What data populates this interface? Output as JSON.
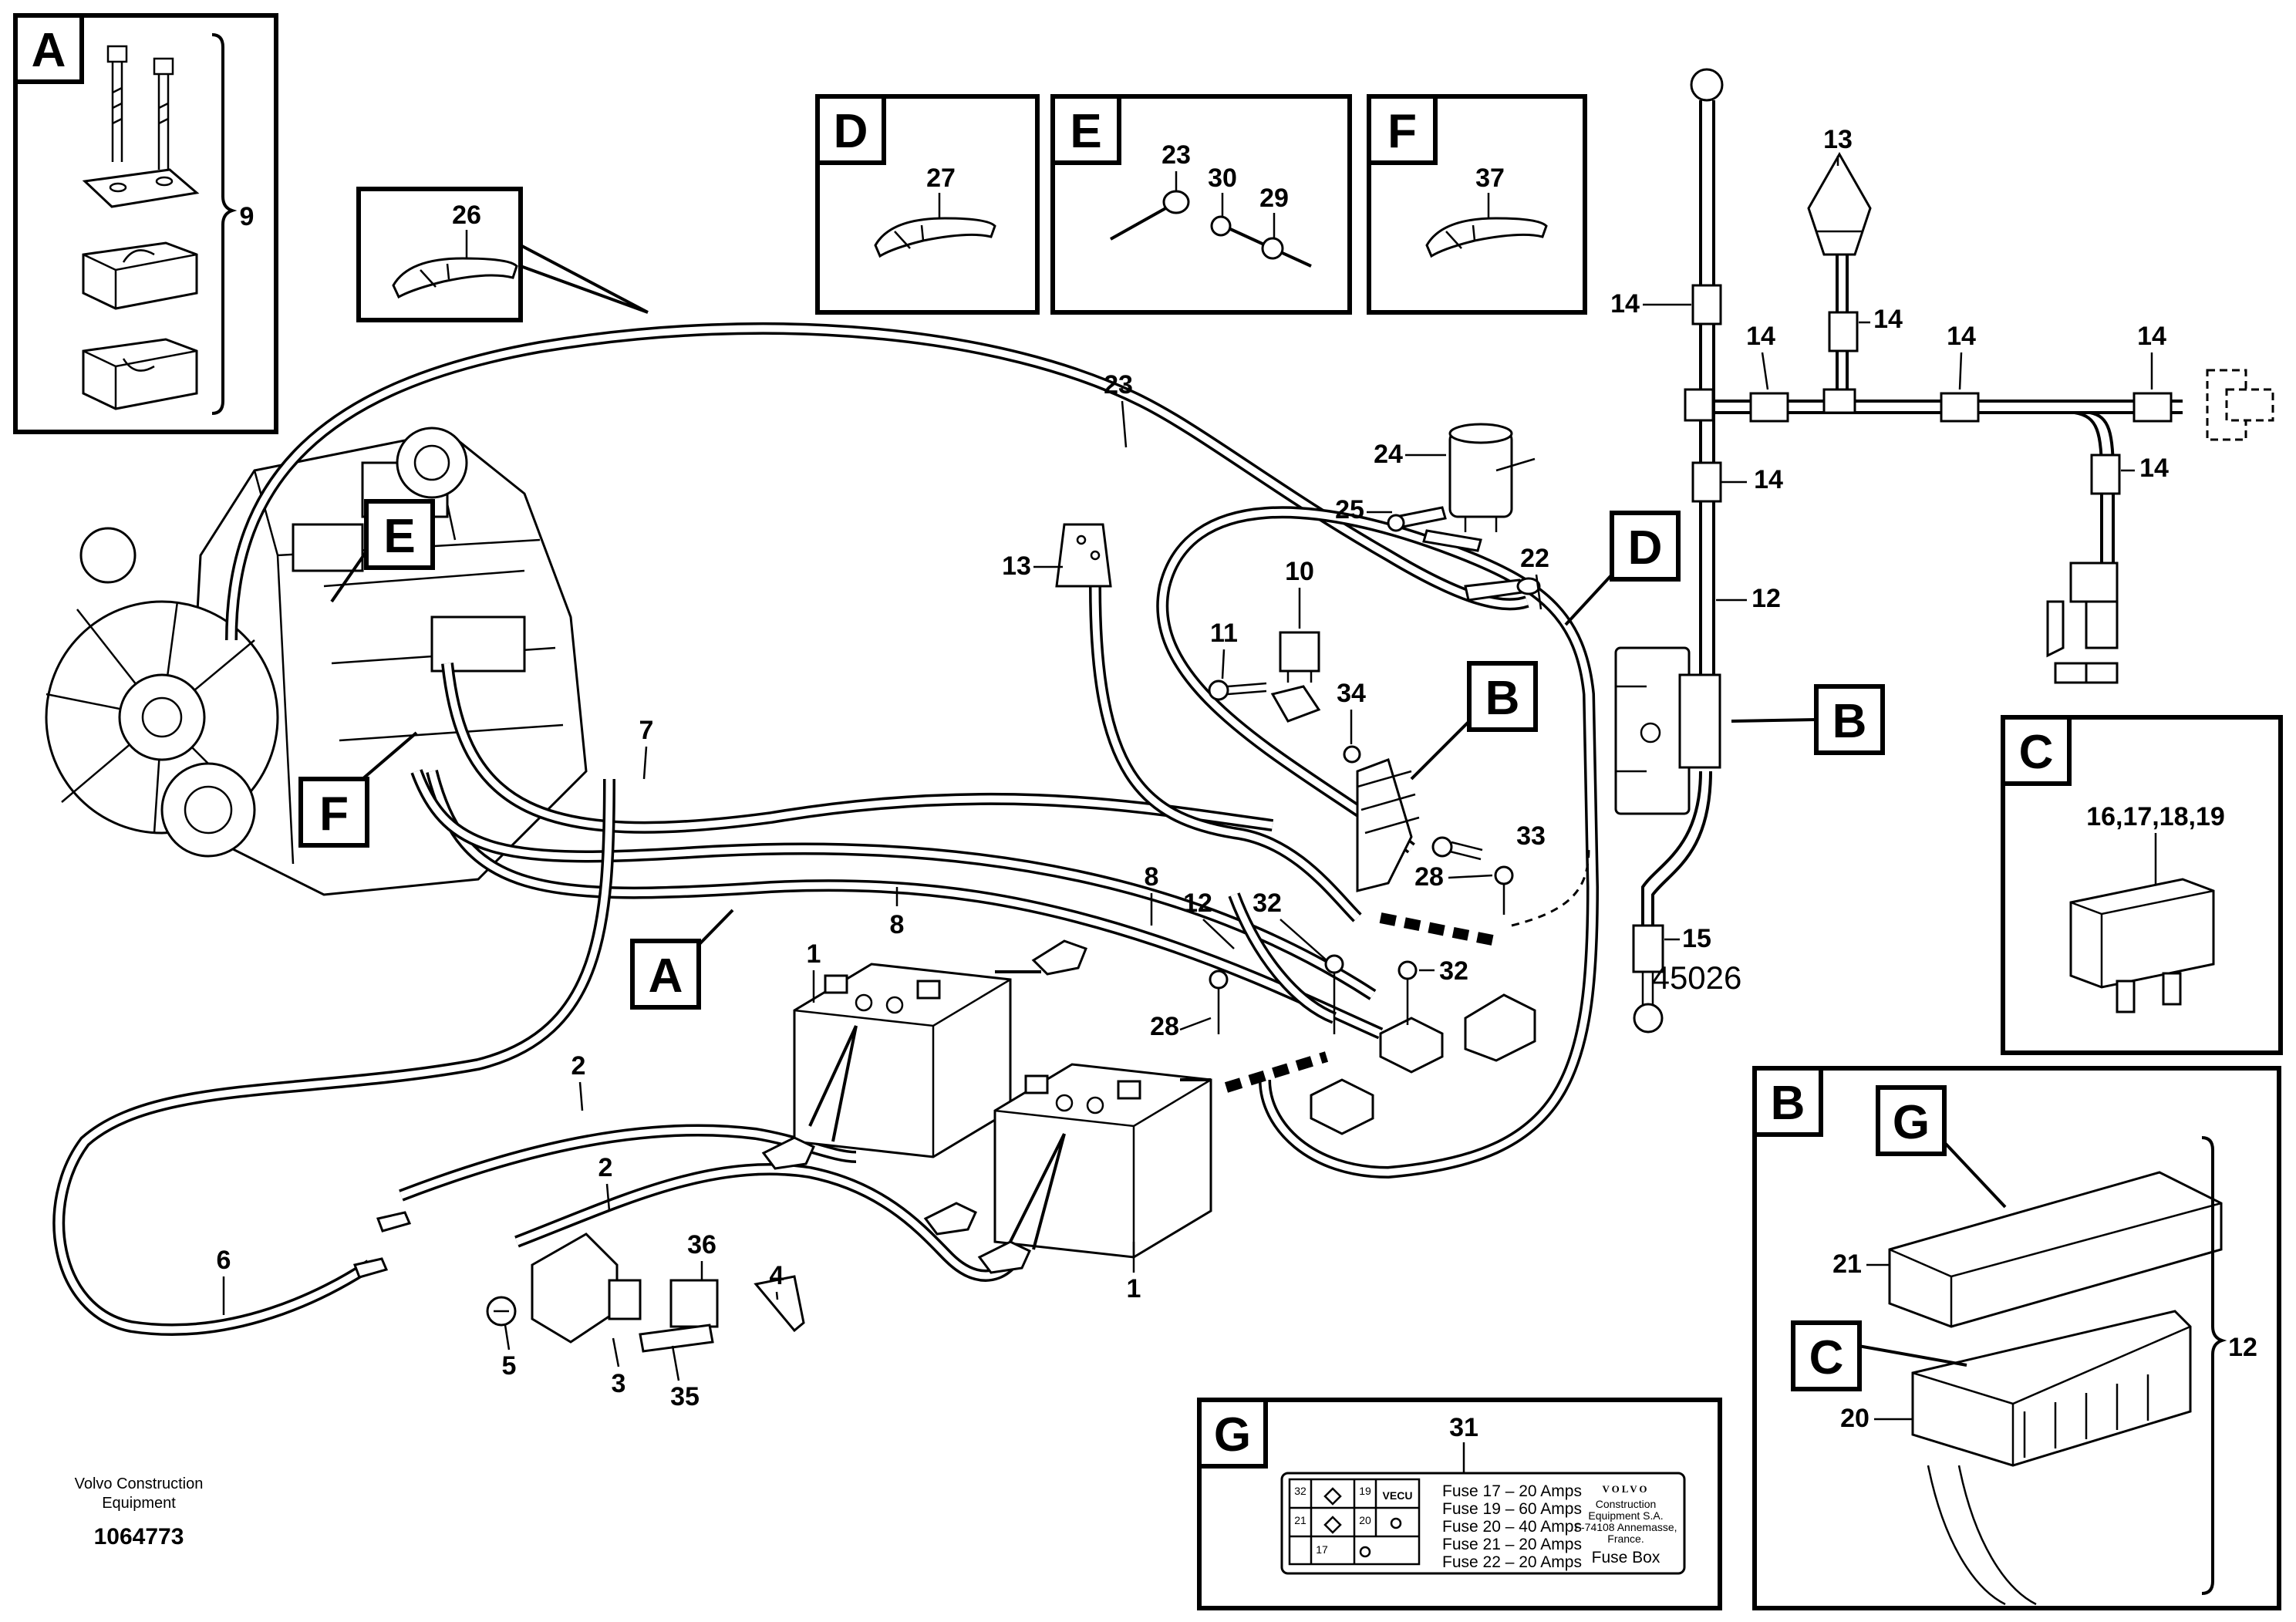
{
  "footer": {
    "brand_line1": "Volvo Construction",
    "brand_line2": "Equipment",
    "drawing_number": "1064773"
  },
  "center_reference": "45026",
  "callouts": {
    "A": "A",
    "B": "B",
    "C": "C",
    "D": "D",
    "E": "E",
    "F": "F",
    "G": "G"
  },
  "part_numbers": {
    "p1": "1",
    "p2": "2",
    "p3": "3",
    "p4": "4",
    "p5": "5",
    "p6": "6",
    "p7": "7",
    "p8": "8",
    "p9": "9",
    "p10": "10",
    "p11": "11",
    "p12": "12",
    "p13": "13",
    "p14": "14",
    "p15": "15",
    "p16_19": "16,17,18,19",
    "p20": "20",
    "p21": "21",
    "p22": "22",
    "p23": "23",
    "p24": "24",
    "p25": "25",
    "p26": "26",
    "p27": "27",
    "p28": "28",
    "p29": "29",
    "p30": "30",
    "p31": "31",
    "p32": "32",
    "p33": "33",
    "p34": "34",
    "p35": "35",
    "p36": "36",
    "p37": "37"
  },
  "fuse_label": {
    "rows": [
      "Fuse 17 – 20 Amps",
      "Fuse 19 – 60 Amps",
      "Fuse 20 – 40 Amps",
      "Fuse 21 – 20 Amps",
      "Fuse 22 – 20 Amps"
    ],
    "brand": "VOLVO",
    "company": [
      "Construction",
      "Equipment S.A.",
      "F-74108 Annemasse,",
      "France."
    ],
    "title": "Fuse Box",
    "cell_numbers": [
      "32",
      "19",
      "21",
      "20",
      "17"
    ],
    "cell_mark": "VECU"
  }
}
